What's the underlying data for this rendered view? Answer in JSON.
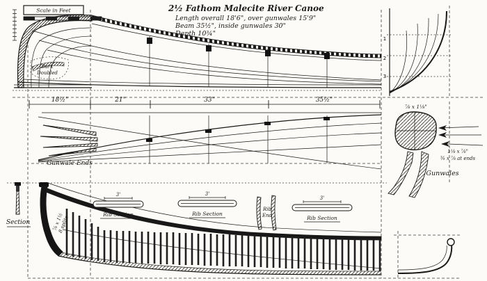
{
  "colors": {
    "ink": "#1a1a1a",
    "paper": "#fcfbf7"
  },
  "title": {
    "line1": "2½ Fathom Malecite River Canoe",
    "line2": "Length overall 18'6\", over gunwales 15'9\"",
    "line3": "Beam 35½\", inside gunwales 30\"",
    "line4": "Depth 10¾\""
  },
  "scale_bar": {
    "label": "Scale in Feet"
  },
  "profile_view": {
    "bark_line1": "Bark",
    "bark_line2": "Doubled"
  },
  "dimension_row": {
    "segments": [
      "18½\"",
      "21\"",
      "33\"",
      "35½\""
    ]
  },
  "plan_view": {
    "gunwale_ends_label": "Gunwale Ends"
  },
  "body_plan": {
    "numbers": [
      "1",
      "2",
      "3"
    ]
  },
  "gunwale_detail": {
    "label": "Gunwales",
    "dim_top": "⅞ x 1⅛\"",
    "dim_right": "1⅛ x ⅞\"",
    "dim_note": "¾ x ⅞ at ends"
  },
  "section_detail": {
    "label": "Section"
  },
  "construction_view": {
    "stem_note_line1": "⅞ x 1½",
    "stem_note_line2": "8 splits",
    "rib_sections": [
      {
        "label": "Rib Section",
        "dim": "3'"
      },
      {
        "label": "Rib Section",
        "dim": "3'"
      },
      {
        "label": "Rib Section",
        "dim": "3'"
      }
    ],
    "rib_end_line1": "Rib",
    "rib_end_line2": "End"
  }
}
